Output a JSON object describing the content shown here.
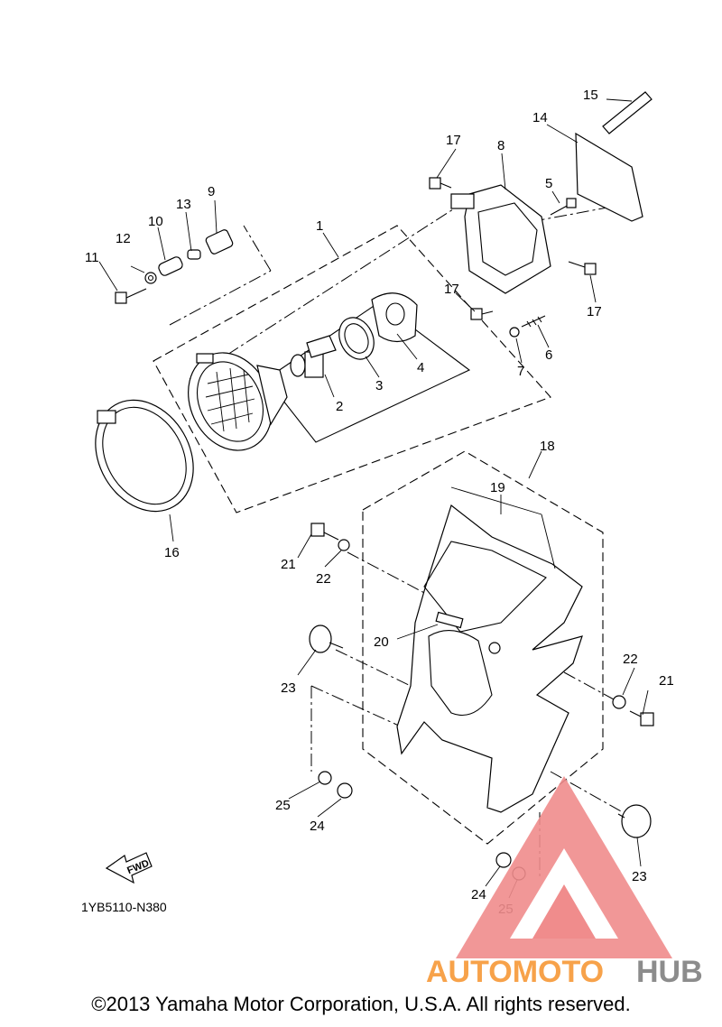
{
  "callouts": {
    "c1": "1",
    "c2": "2",
    "c3": "3",
    "c4": "4",
    "c5": "5",
    "c6": "6",
    "c7": "7",
    "c8": "8",
    "c9": "9",
    "c10": "10",
    "c11": "11",
    "c12": "12",
    "c13": "13",
    "c14": "14",
    "c15": "15",
    "c16": "16",
    "c17a": "17",
    "c17b": "17",
    "c17c": "17",
    "c18": "18",
    "c19": "19",
    "c20": "20",
    "c21a": "21",
    "c21b": "21",
    "c22a": "22",
    "c22b": "22",
    "c23a": "23",
    "c23b": "23",
    "c24a": "24",
    "c24b": "24",
    "c25a": "25",
    "c25b": "25"
  },
  "fwd_label": "FWD",
  "diagram_code": "1YB5110-N380",
  "watermark": {
    "part1": "AUTOMOTO",
    "part2": "HUB"
  },
  "copyright": "©2013 Yamaha Motor Corporation, U.S.A. All rights reserved.",
  "colors": {
    "watermark_red": "#f08c8c",
    "watermark_orange": "#f7a24a",
    "watermark_gray": "#8c8c8c"
  }
}
